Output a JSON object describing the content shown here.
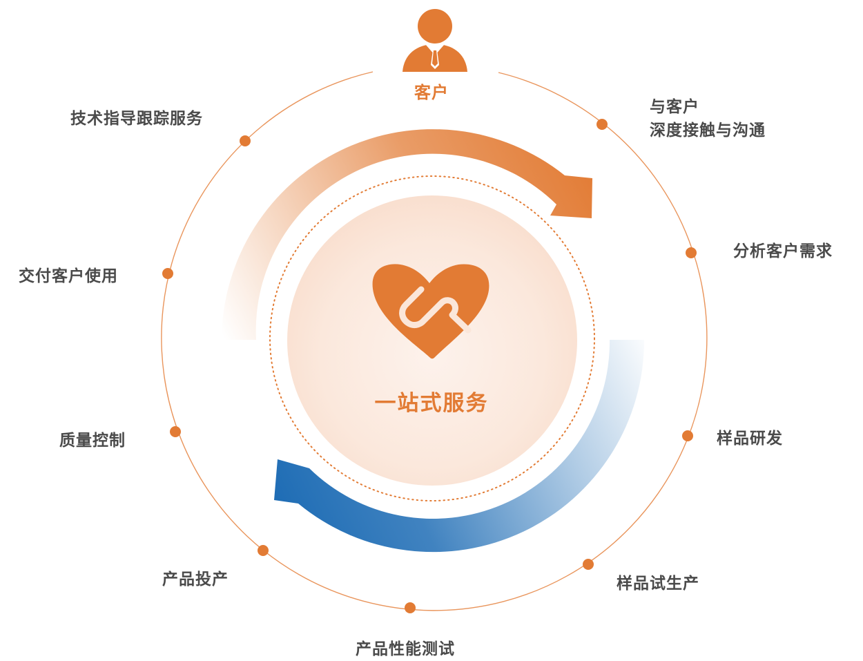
{
  "customer": {
    "label": "客户",
    "icon": "person-with-tie-icon"
  },
  "center": {
    "title": "一站式服务",
    "icon": "heart-handshake-icon"
  },
  "steps": [
    {
      "lines": [
        "与客户",
        "深度接触与沟通"
      ]
    },
    {
      "lines": [
        "分析客户需求"
      ]
    },
    {
      "lines": [
        "样品研发"
      ]
    },
    {
      "lines": [
        "样品试生产"
      ]
    },
    {
      "lines": [
        "产品性能测试"
      ]
    },
    {
      "lines": [
        "产品投产"
      ]
    },
    {
      "lines": [
        "质量控制"
      ]
    },
    {
      "lines": [
        "交付客户使用"
      ]
    },
    {
      "lines": [
        "技术指导跟踪服务"
      ]
    }
  ],
  "colors": {
    "accent_orange": "#e27b34",
    "accent_blue": "#1f6db5",
    "text_gray": "#4a4a4a",
    "ring_line": "#e9955c",
    "center_fill": "#fbe6d9"
  }
}
